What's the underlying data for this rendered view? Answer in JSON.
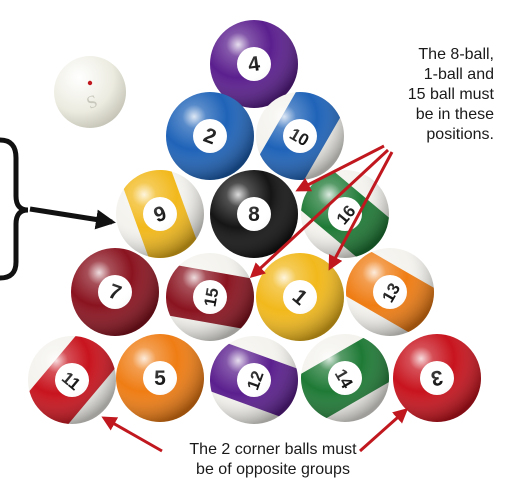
{
  "notes": {
    "position_note": [
      "The 8-ball,",
      "1-ball and",
      "15 ball must",
      "be in these",
      "positions."
    ],
    "corner_note": [
      "The 2 corner balls must",
      "be of opposite groups"
    ]
  },
  "cue_ball": {
    "label": "S"
  },
  "rack": [
    {
      "number": "4",
      "style": "solid"
    },
    {
      "number": "2",
      "style": "solid"
    },
    {
      "number": "10",
      "style": "stripe"
    },
    {
      "number": "9",
      "style": "stripe"
    },
    {
      "number": "8",
      "style": "solid"
    },
    {
      "number": "16",
      "style": "stripe"
    },
    {
      "number": "7",
      "style": "solid"
    },
    {
      "number": "15",
      "style": "stripe"
    },
    {
      "number": "1",
      "style": "solid"
    },
    {
      "number": "13",
      "style": "stripe"
    },
    {
      "number": "11",
      "style": "stripe"
    },
    {
      "number": "5",
      "style": "solid"
    },
    {
      "number": "12",
      "style": "stripe"
    },
    {
      "number": "14",
      "style": "stripe"
    },
    {
      "number": "3",
      "style": "solid"
    }
  ],
  "colors": {
    "yellow": "#f2b91c",
    "blue": "#1f63b8",
    "red": "#c8141e",
    "purple": "#5b1f8e",
    "orange": "#ef7d14",
    "green": "#1f7a36",
    "maroon": "#8a1420",
    "black": "#151515",
    "arrow": "#c0181e",
    "bracket": "#111111"
  }
}
